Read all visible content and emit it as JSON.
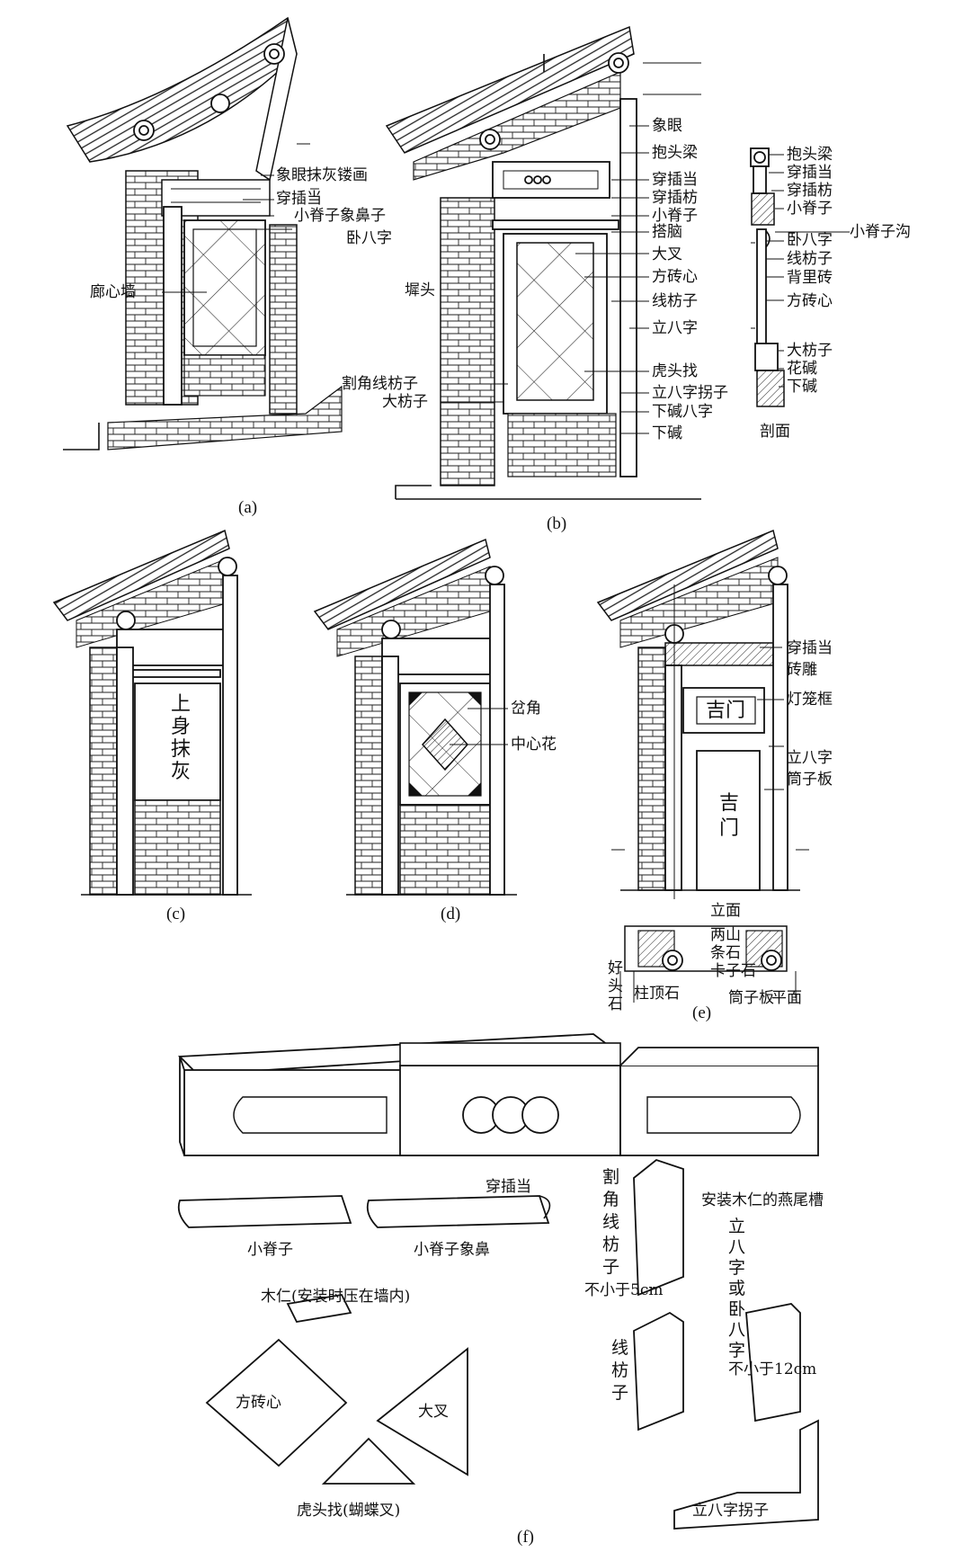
{
  "panels": {
    "a": {
      "caption": "(a)",
      "labels": [
        "象眼抹灰镂画",
        "穿插当",
        "小脊子象鼻子",
        "卧八字",
        "廊心墙"
      ]
    },
    "b": {
      "caption": "(b)",
      "labels": [
        "象眼",
        "抱头梁",
        "穿插当",
        "穿插枋",
        "小脊子",
        "搭脑",
        "大叉",
        "方砖心",
        "线枋子",
        "立八字",
        "墀头",
        "虎头找",
        "立八字拐子",
        "下碱八字",
        "下碱",
        "割角线枋子",
        "大枋子"
      ]
    },
    "section": {
      "title": "剖面",
      "labels": [
        "抱头梁",
        "穿插当",
        "穿插枋",
        "小脊子",
        "小脊子沟",
        "卧八字",
        "线枋子",
        "背里砖",
        "方砖心",
        "大枋子",
        "花碱",
        "下碱"
      ]
    },
    "c": {
      "caption": "(c)",
      "text_lines": [
        "上",
        "身",
        "抹",
        "灰"
      ]
    },
    "d": {
      "caption": "(d)",
      "labels": [
        "岔角",
        "中心花"
      ]
    },
    "e": {
      "caption": "(e)",
      "labels": [
        "穿插当",
        "砖雕",
        "灯笼框",
        "立八字",
        "筒子板"
      ],
      "plaque": "吉门",
      "door": [
        "吉",
        "门"
      ],
      "elevation": "立面",
      "plan_labels": [
        "两山",
        "条石",
        "卡子石",
        "柱顶石",
        "筒子板",
        "平面"
      ],
      "plan_vertical": [
        "好",
        "头",
        "石"
      ]
    },
    "f": {
      "caption": "(f)",
      "labels": [
        "穿插当",
        "小脊子",
        "小脊子象鼻",
        "木仁(安装时压在墙内)",
        "方砖心",
        "大叉",
        "虎头找(蝴蝶叉)",
        "安装木仁的燕尾槽",
        "立八字拐子"
      ],
      "vertical_labels": {
        "gejiao": [
          "割",
          "角",
          "线",
          "枋",
          "子"
        ],
        "xianfang": [
          "线",
          "枋",
          "子"
        ],
        "liba": [
          "立",
          "八",
          "字",
          "或",
          "卧",
          "八",
          "字"
        ]
      },
      "notes": [
        "不小于5cm",
        "不小于12cm"
      ]
    }
  }
}
